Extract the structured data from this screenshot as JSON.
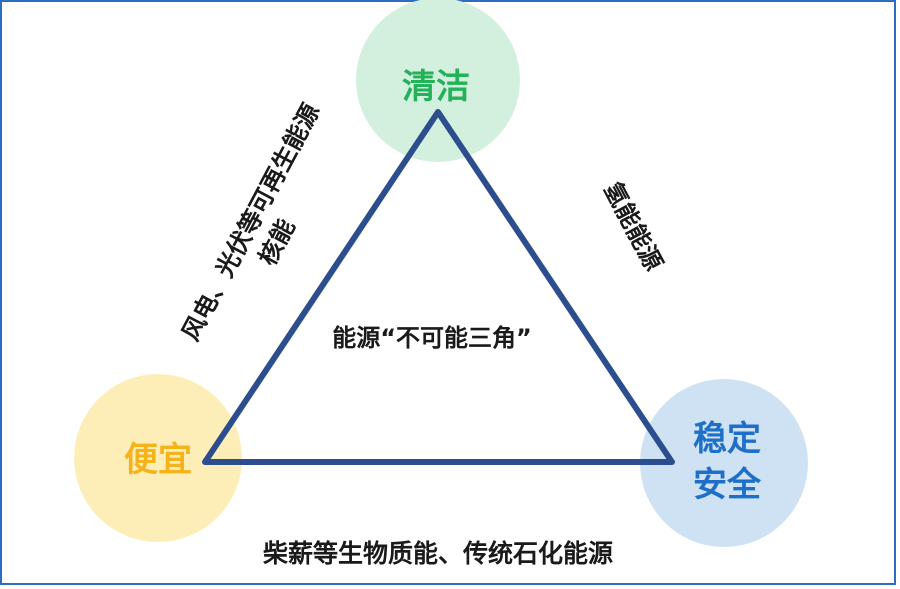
{
  "diagram": {
    "center_label": "能源“不可能三角”",
    "nodes": {
      "top": {
        "label": "清洁",
        "fill": "#d3efdd",
        "text_color": "#23b25a"
      },
      "left": {
        "label": "便宜",
        "fill": "#fdeeb8",
        "text_color": "#f6b21b"
      },
      "right": {
        "line1": "稳定",
        "line2": "安全",
        "fill": "#cfe2f4",
        "text_color": "#1e6fc8"
      }
    },
    "edges": {
      "left_side_line1": "风电、光伏等可再生能源",
      "left_side_line2": "核能",
      "right_side": "氢能能源",
      "bottom_side": "柴薪等生物质能、传统石化能源"
    },
    "triangle_color": "#2c4e8f",
    "frame_color": "#2f6cc0"
  }
}
